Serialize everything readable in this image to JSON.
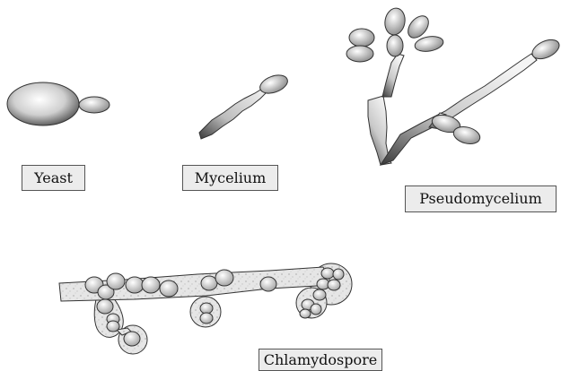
{
  "labels": {
    "yeast": "Yeast",
    "mycelium": "Mycelium",
    "pseudomycelium": "Pseudomycelium",
    "chlamydospore": "Chlamydospore"
  },
  "colors": {
    "outline": "#333333",
    "fill_light": "#f4f4f4",
    "fill_dark": "#5a5a5a",
    "label_background": "#ececec"
  }
}
